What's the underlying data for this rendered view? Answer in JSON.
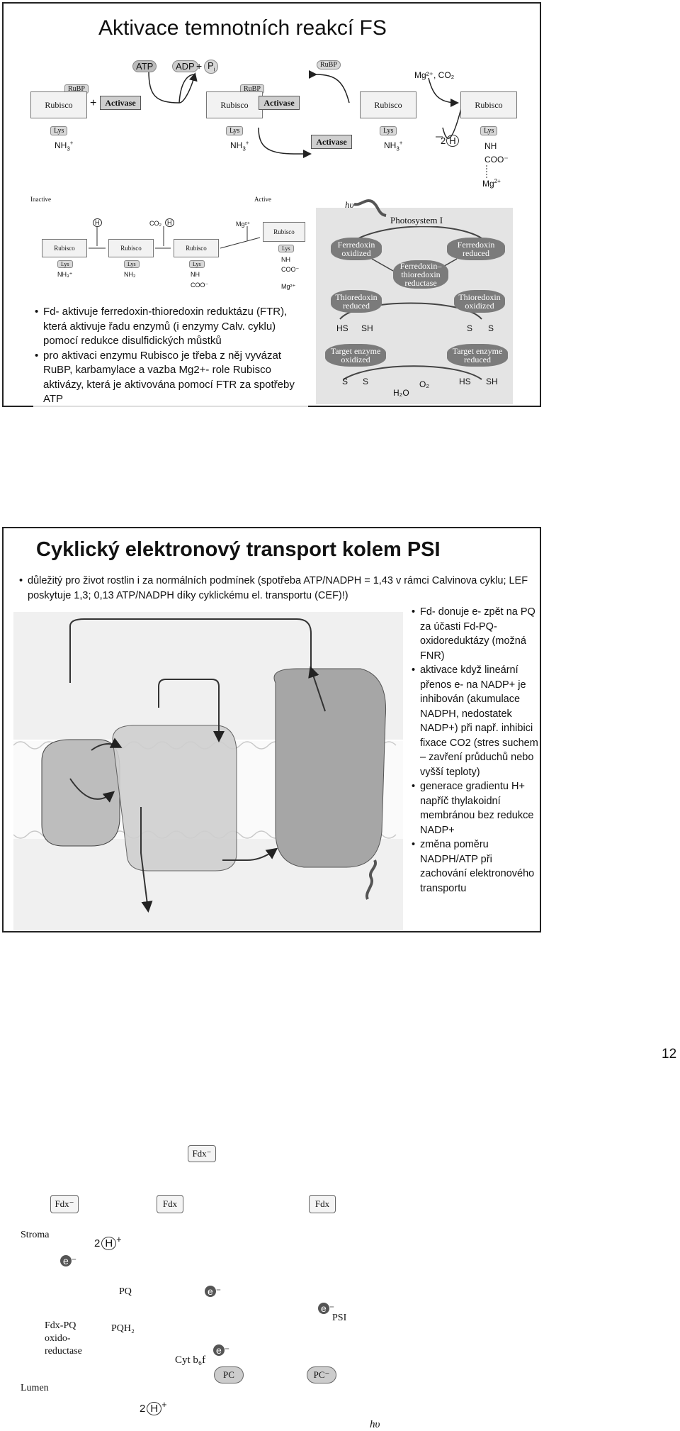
{
  "slide1": {
    "title": "Aktivace temnotních reakcí FS",
    "top_scheme": {
      "atp": "ATP",
      "adp": "ADP",
      "pi": "P",
      "pi_sub": "i",
      "plus": "+",
      "rubp": "RuBP",
      "rubisco": "Rubisco",
      "activase": "Activase",
      "lys": "Lys",
      "nh3": "NH",
      "nh": "NH",
      "coo": "COO",
      "mg": "Mg",
      "mg_co2": "Mg²⁺, CO₂",
      "two_h": "2",
      "h": "H"
    },
    "mini_scheme": {
      "inactive": "Inactive",
      "active": "Active",
      "rubisco": "Rubisco",
      "lys": "Lys",
      "nh3": "NH₃⁺",
      "nh2": "NH₂",
      "nh": "NH",
      "coo": "COO⁻",
      "co2": "CO₂",
      "mg": "Mg²⁺",
      "h": "H"
    },
    "bullets": [
      "Fd- aktivuje ferredoxin-thioredoxin reduktázu (FTR), která aktivuje řadu enzymů (i enzymy Calv. cyklu) pomocí redukce disulfidických můstků",
      "pro aktivaci enzymu Rubisco je třeba z něj vyvázat RuBP, karbamylace a vazba Mg2+- role Rubisco aktivázy, která je aktivována pomocí FTR za spotřeby ATP"
    ],
    "thio_scheme": {
      "hv": "hυ",
      "ps1": "Photosystem I",
      "fd_ox": "Ferredoxin oxidized",
      "fd_red": "Ferredoxin reduced",
      "ftr": "Ferredoxin– thioredoxin reductase",
      "trx_red": "Thioredoxin reduced",
      "trx_ox": "Thioredoxin oxidized",
      "hs": "HS",
      "sh": "SH",
      "s": "S",
      "te_ox": "Target enzyme oxidized",
      "te_red": "Target enzyme reduced",
      "h2o": "H₂O",
      "o2": "O₂"
    }
  },
  "slide2": {
    "title": "Cyklický elektronový transport kolem PSI",
    "intro": "důležitý pro život rostlin i za normálních podmínek (spotřeba ATP/NADPH = 1,43 v rámci Calvinova cyklu; LEF poskytuje 1,3; 0,13 ATP/NADPH díky cyklickému el. transportu (CEF)!)",
    "diagram": {
      "fdx_minus": "Fdx⁻",
      "fdx": "Fdx",
      "stroma": "Stroma",
      "lumen": "Lumen",
      "two": "2",
      "h": "H",
      "e": "e",
      "pq": "PQ",
      "pqh2": "PQH₂",
      "fdxpq": "Fdx-PQ oxido- reductase",
      "cyt": "Cyt b₆f",
      "pc": "PC",
      "pc_minus": "PC⁻",
      "psi": "PSI",
      "hv": "hυ"
    },
    "right_bullets": [
      "Fd- donuje e- zpět na PQ za účasti Fd-PQ-oxidoreduktázy (možná FNR)",
      "aktivace když lineární přenos e- na NADP+ je inhibován (akumulace NADPH, nedostatek NADP+) při např. inhibici fixace CO2 (stres suchem – zavření průduchů nebo vyšší teploty)",
      "generace gradientu H+ napříč thylakoidní membránou bez redukce NADP+",
      "změna poměru NADPH/ATP při zachování elektronového transportu"
    ]
  },
  "page_number": "12"
}
